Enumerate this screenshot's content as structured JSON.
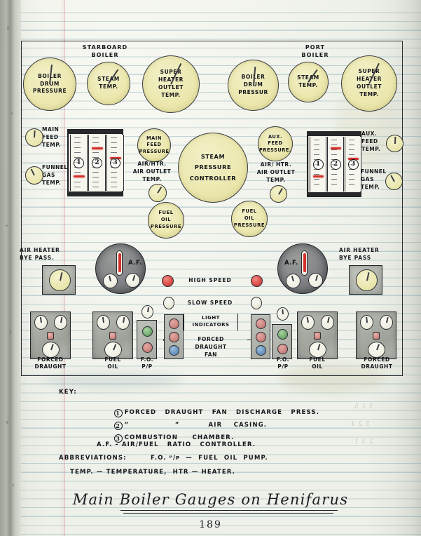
{
  "document": {
    "type": "handwritten-engineering-notebook-page",
    "page_number": "189",
    "title_cursive": "Main Boiler Gauges on Henifarus",
    "sheet_color": "#eef1e9",
    "ink_color": "#16171b",
    "accent_red": "#d4312c",
    "gauge_face_yellow": "#ece8b0"
  },
  "diagram": {
    "headers": {
      "starboard": "STARBOARD\nBOILER",
      "port": "PORT\nBOILER"
    },
    "top_gauges": [
      {
        "id": "stbd-boiler-drum-pressure",
        "label": "BOILER\nDRUM\nPRESSURE",
        "face": "yellow"
      },
      {
        "id": "stbd-steam-temp",
        "label": "STEAM\nTEMP.",
        "face": "yellow"
      },
      {
        "id": "stbd-superheater-outlet",
        "label": "SUPER\nHEATER\nOUTLET\nTEMP.",
        "face": "yellow"
      },
      {
        "id": "port-boiler-drum-pressure",
        "label": "BOILER\nDRUM\nPRESSUR",
        "face": "yellow"
      },
      {
        "id": "port-steam-temp",
        "label": "STEAM\nTEMP.",
        "face": "yellow"
      },
      {
        "id": "port-superheater-outlet",
        "label": "SUPER\nHEATER\nOUTLET\nTEMP.",
        "face": "yellow"
      }
    ],
    "mid_labels": {
      "main_feed_temp": "MAIN\nFEED\nTEMP.",
      "funnel_gas_temp_left": "FUNNEL\nGAS\nTEMP.",
      "main_feed_pressure": "MAIN\nFEED\nPRESSURE",
      "air_htr_outlet_left": "AIR/HTR.\nAIR OUTLET\nTEMP.",
      "steam_pressure_controller": "STEAM\nPRESSURE\nCONTROLLER",
      "air_htr_outlet_right": "AIR/ HTR.\nAIR OUTLET\nTEMP.",
      "aux_feed_pressure": "AUX.\nFEED\nPRESSURE.",
      "aux_feed_temp": "AUX.\nFEED\nTEMP.",
      "funnel_gas_temp_right": "FUNNEL\nGAS\nTEMP.",
      "fuel_oil_pressure_left": "FUEL\nOIL\nPRESSURE",
      "fuel_oil_pressure_right": "FUEL\nOIL\nPRESSURE"
    },
    "recorder_columns": [
      "1",
      "2",
      "3"
    ],
    "af_controllers": [
      {
        "id": "af-left",
        "label": "A.F."
      },
      {
        "id": "af-right",
        "label": "A.F."
      }
    ],
    "air_heater_bypass": {
      "left": "AIR HEATER\nBYE PASS.",
      "right": "AIR HEATER\nBYE PASS"
    },
    "speed_indicators": {
      "high": "HIGH    SPEED",
      "slow": "SLOW    SPEED",
      "bracket_label": "LIGHT\nINDICATORS"
    },
    "forced_draught_fan_label": "FORCED\nDRAUGHT\nFAN",
    "arrow_left": "←",
    "arrow_right": "→",
    "bottom_panels": [
      {
        "id": "panel-fd-left",
        "caption": "FORCED\nDRAUGHT"
      },
      {
        "id": "panel-fo-left",
        "caption": "FUEL\nOIL"
      },
      {
        "id": "panel-fopp-left",
        "caption": "F.O.\nP/P"
      },
      {
        "id": "panel-fopp-right",
        "caption": "F.O.\nP/P"
      },
      {
        "id": "panel-fo-right",
        "caption": "FUEL\nOIL"
      },
      {
        "id": "panel-fd-right",
        "caption": "FORCED\nDRAUGHT"
      }
    ]
  },
  "key": {
    "heading": "KEY:",
    "items": [
      {
        "num": "1",
        "text": "FORCED   DRAUGHT   FAN   DISCHARGE   PRESS."
      },
      {
        "num": "2",
        "text": "”                ”          AIR    CASING."
      },
      {
        "num": "3",
        "text": "COMBUSTION     CHAMBER."
      }
    ],
    "af_line": "A.F. – AIR/FUEL   RATIO   CONTROLLER.",
    "abbrev_label": "ABBREVIATIONS:",
    "abbrev_line1": "F.O. ᵖ/ᴘ  —  FUEL  OIL  PUMP.",
    "abbrev_line2": "TEMP. — TEMPERATURE,  HTR — HEATER."
  }
}
